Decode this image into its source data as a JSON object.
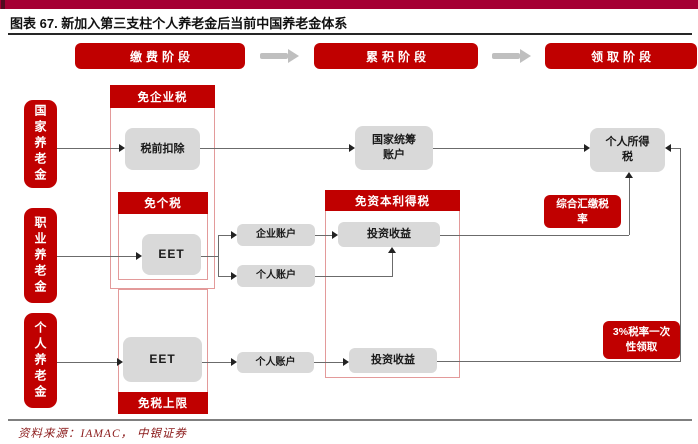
{
  "page": {
    "title": "图表 67. 新加入第三支柱个人养老金后当前中国养老金体系",
    "source": "资料来源：IAMAC，  中银证券"
  },
  "stages": {
    "contribution": "缴费阶段",
    "accumulation": "累积阶段",
    "withdrawal": "领取阶段"
  },
  "pillars": {
    "national": "国家养老金",
    "occupational": "职业养老金",
    "personal": "个人养老金"
  },
  "tax_zones": {
    "enterprise_tax_free": "免企业税",
    "personal_tax_free": "免个税",
    "tax_free_cap": "免税上限",
    "capital_gains_tax_free": "免资本利得税"
  },
  "nodes": {
    "pretax_deduction": "税前扣除",
    "eet_occupational": "EET",
    "eet_personal": "EET",
    "national_pooling_account": "国家统筹\n账户",
    "enterprise_account": "企业账户",
    "personal_account_occupational": "个人账户",
    "personal_account_personal": "个人账户",
    "investment_return_occupational": "投资收益",
    "investment_return_personal": "投资收益",
    "personal_income_tax": "个人所得\n税"
  },
  "tax_notes": {
    "comprehensive_rate": "综合汇缴税\n率",
    "lump_sum_3pct": "3%税率一次\n性领取"
  },
  "colors": {
    "accent_red": "#C00000",
    "banner_crimson": "#A50034",
    "banner_tip_dark": "#520C20",
    "node_gray": "#D9D9D9",
    "zone_border_pink": "#E39A9A",
    "stage_arrow_gray": "#BFBFBF",
    "source_text_red": "#8B1A1A"
  }
}
